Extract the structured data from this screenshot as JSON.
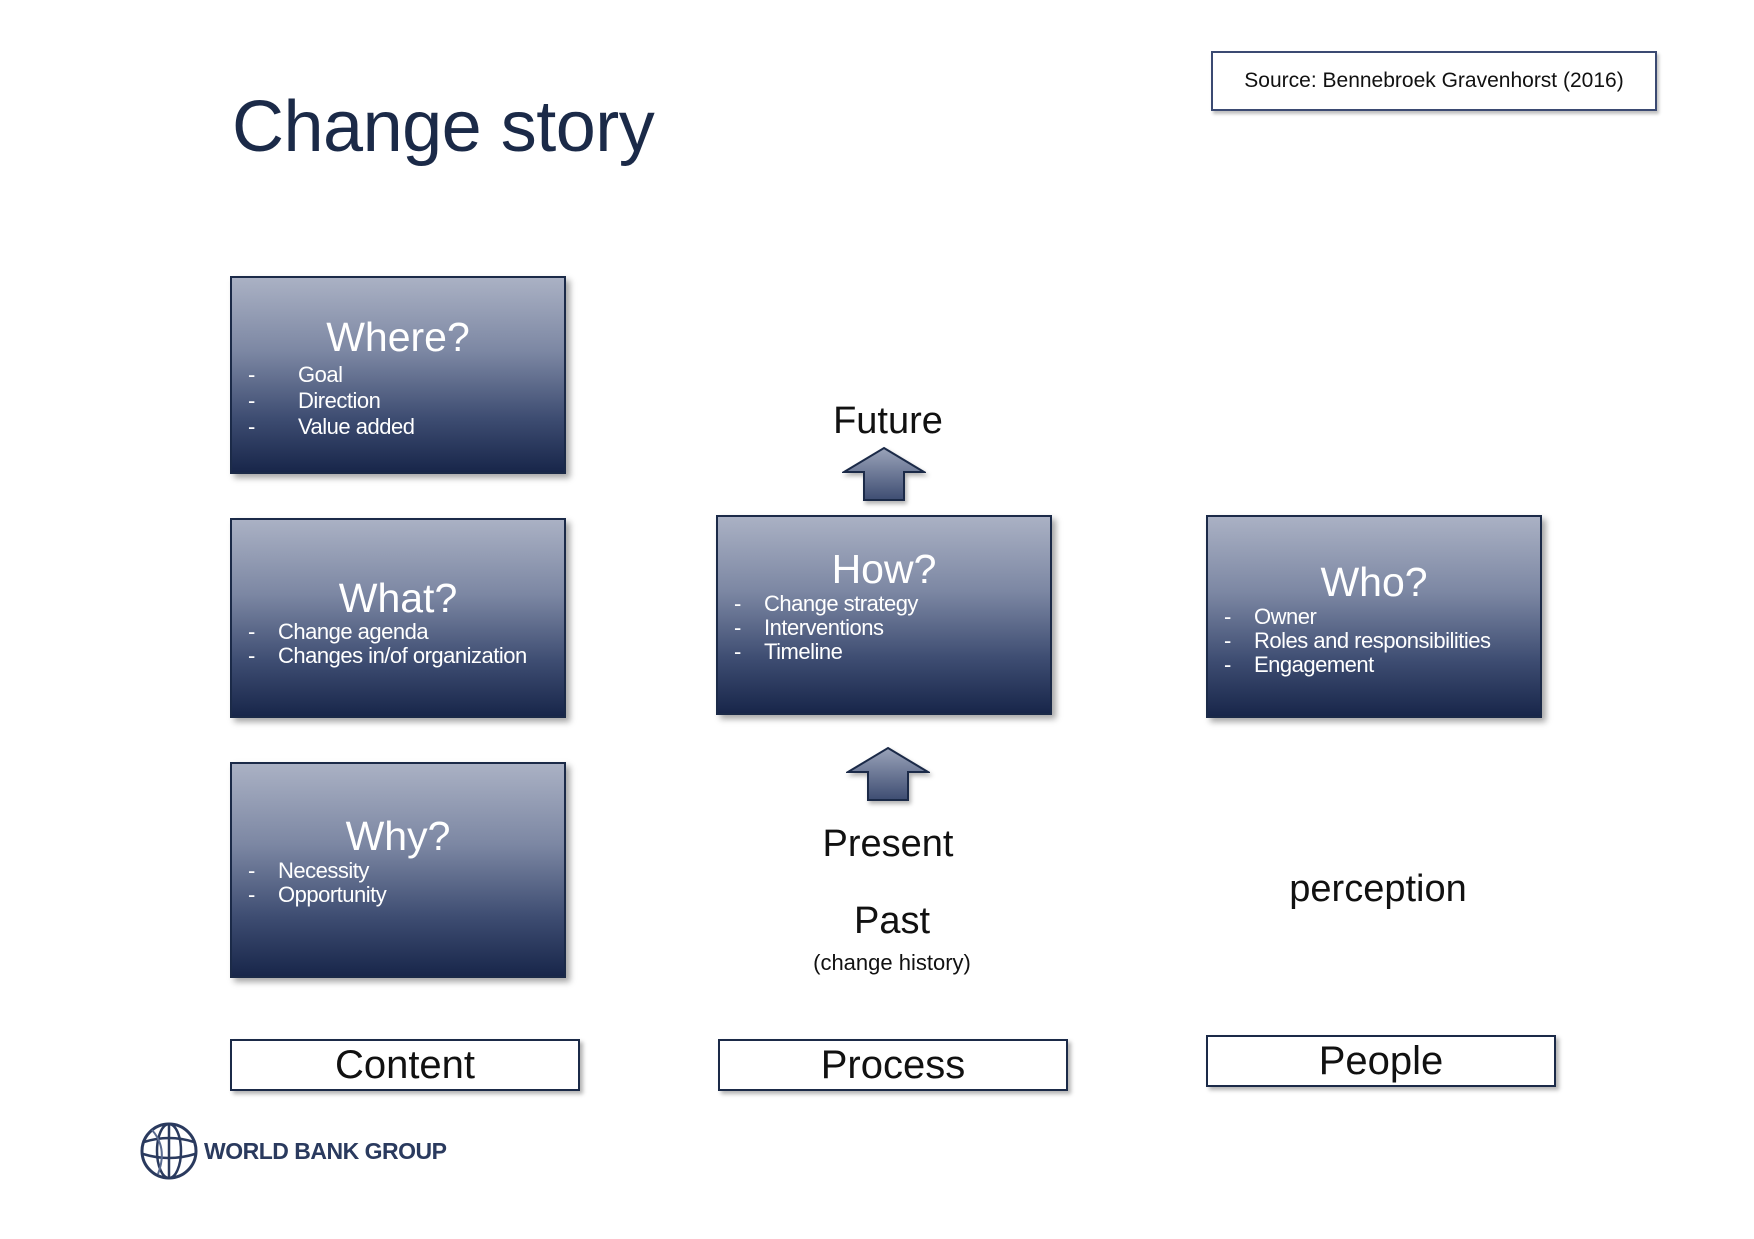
{
  "title": "Change story",
  "source": "Source: Bennebroek Gravenhorst (2016)",
  "cards": {
    "where": {
      "heading": "Where?",
      "items": [
        "Goal",
        "Direction",
        "Value added"
      ]
    },
    "what": {
      "heading": "What?",
      "items": [
        "Change agenda",
        "Changes in/of organization"
      ]
    },
    "why": {
      "heading": "Why?",
      "items": [
        "Necessity",
        "Opportunity"
      ]
    },
    "how": {
      "heading": "How?",
      "items": [
        "Change strategy",
        "Interventions",
        "Timeline"
      ]
    },
    "who": {
      "heading": "Who?",
      "items": [
        "Owner",
        "Roles and responsibilities",
        "Engagement"
      ]
    }
  },
  "timeline": {
    "future": "Future",
    "present": "Present",
    "past": "Past",
    "past_sub": "(change history)"
  },
  "perception": "perception",
  "columns": {
    "content": "Content",
    "process": "Process",
    "people": "People"
  },
  "logo": {
    "text": "WORLD BANK GROUP",
    "icon": "globe-icon"
  },
  "colors": {
    "title": "#1b2a48",
    "card_top": "#aab1c4",
    "card_bottom": "#18264a",
    "logo": "#2a3a5e"
  }
}
